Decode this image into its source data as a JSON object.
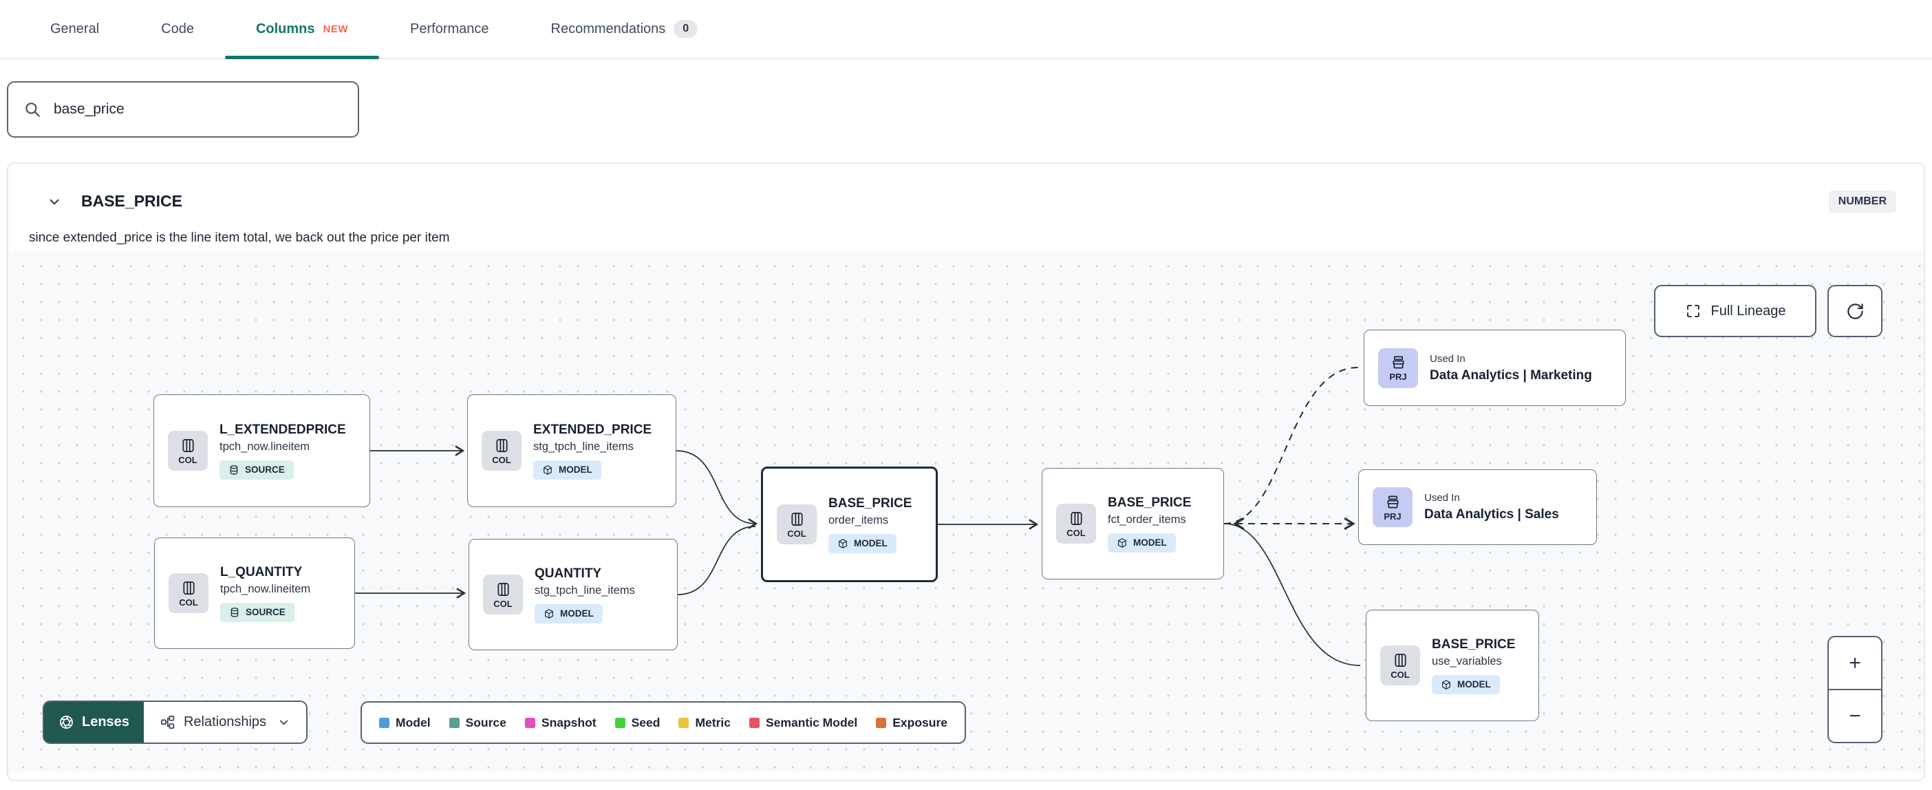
{
  "tabs": [
    {
      "label": "General"
    },
    {
      "label": "Code"
    },
    {
      "label": "Columns",
      "badge": "NEW",
      "active": true
    },
    {
      "label": "Performance"
    },
    {
      "label": "Recommendations",
      "badge": "0"
    }
  ],
  "search": {
    "value": "base_price"
  },
  "column": {
    "name": "BASE_PRICE",
    "type": "NUMBER",
    "description": "since extended_price is the line item total, we back out the price per item"
  },
  "lineage": {
    "nodes": [
      {
        "kind": "COL",
        "title": "L_EXTENDEDPRICE",
        "subtitle": "tpch_now.lineitem",
        "badge": "SOURCE"
      },
      {
        "kind": "COL",
        "title": "L_QUANTITY",
        "subtitle": "tpch_now.lineitem",
        "badge": "SOURCE"
      },
      {
        "kind": "COL",
        "title": "EXTENDED_PRICE",
        "subtitle": "stg_tpch_line_items",
        "badge": "MODEL"
      },
      {
        "kind": "COL",
        "title": "QUANTITY",
        "subtitle": "stg_tpch_line_items",
        "badge": "MODEL"
      },
      {
        "kind": "COL",
        "title": "BASE_PRICE",
        "subtitle": "order_items",
        "badge": "MODEL",
        "selected": true
      },
      {
        "kind": "COL",
        "title": "BASE_PRICE",
        "subtitle": "fct_order_items",
        "badge": "MODEL"
      },
      {
        "kind": "PRJ",
        "kicker": "Used In",
        "title": "Data Analytics | Marketing"
      },
      {
        "kind": "PRJ",
        "kicker": "Used In",
        "title": "Data Analytics | Sales"
      },
      {
        "kind": "COL",
        "title": "BASE_PRICE",
        "subtitle": "use_variables",
        "badge": "MODEL"
      }
    ],
    "controls": {
      "full_lineage": "Full Lineage",
      "zoom_in": "+",
      "zoom_out": "−"
    }
  },
  "footer": {
    "lenses": "Lenses",
    "relationships": "Relationships",
    "legend": [
      {
        "label": "Model",
        "color": "#4d9ddb"
      },
      {
        "label": "Source",
        "color": "#5a9b94"
      },
      {
        "label": "Snapshot",
        "color": "#e04fc1"
      },
      {
        "label": "Seed",
        "color": "#43d23c"
      },
      {
        "label": "Metric",
        "color": "#e8c53e"
      },
      {
        "label": "Semantic Model",
        "color": "#e25561"
      },
      {
        "label": "Exposure",
        "color": "#d97137"
      }
    ]
  },
  "colors": {
    "accent_teal": "#13756a",
    "new_orange": "#f7674a",
    "lenses_green": "#20584f"
  },
  "icons": [
    "search-icon",
    "chevron-down-icon",
    "column-icon",
    "database-icon",
    "cube-icon",
    "project-icon",
    "expand-icon",
    "refresh-icon",
    "aperture-icon",
    "relationships-icon",
    "plus-icon",
    "minus-icon"
  ]
}
